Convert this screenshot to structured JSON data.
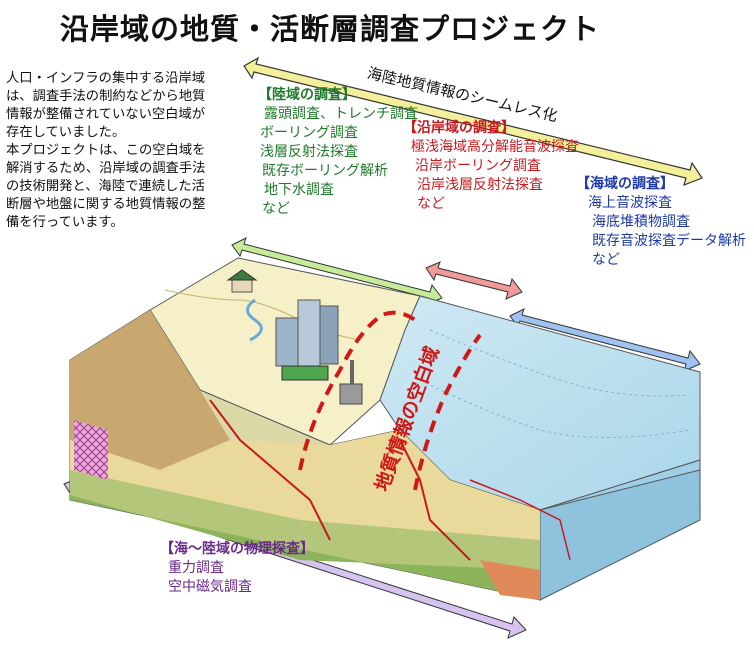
{
  "title": "沿岸域の地質・活断層調査プロジェクト",
  "intro": {
    "p1": "人口・インフラの集中する沿岸域は、調査手法の制約などから地質情報が整備されていない空白域が存在していました。",
    "p2": "本プロジェクトは、この空白域を解消するため、沿岸域の調査手法の技術開発と、海陸で連続した活断層や地盤に関する地質情報の整備を行っています。"
  },
  "seamless_label": "海陸地質情報のシームレス化",
  "land_survey": {
    "heading": "【陸域の調査】",
    "items": [
      "露頭調査、トレンチ調査",
      "ボーリング調査",
      "浅層反射法探査",
      "既存ボーリング解析",
      "地下水調査",
      "など"
    ]
  },
  "coastal_survey": {
    "heading": "【沿岸域の調査】",
    "items": [
      "極浅海域高分解能音波探査",
      "沿岸ボーリング調査",
      "沿岸浅層反射法探査",
      "など"
    ]
  },
  "sea_survey": {
    "heading": "【海域の調査】",
    "items": [
      "海上音波探査",
      "海底堆積物調査",
      "既存音波探査データ解析",
      "など"
    ]
  },
  "geophysics_survey": {
    "heading": "【海～陸域の物理探査】",
    "items": [
      "重力調査",
      "空中磁気調査"
    ]
  },
  "blank_zone_label": "地質情報の空白域",
  "colors": {
    "land": "#1f7a2a",
    "coast": "#c8191e",
    "sea": "#1d3aa8",
    "geophysics": "#6a2a8a",
    "seamless_arrow": "#f4ef9a",
    "land_arrow": "#c6ec98",
    "coast_arrow": "#f29a9a",
    "sea_arrow": "#9ec3f0",
    "geo_arrow": "#d7c3ef"
  }
}
